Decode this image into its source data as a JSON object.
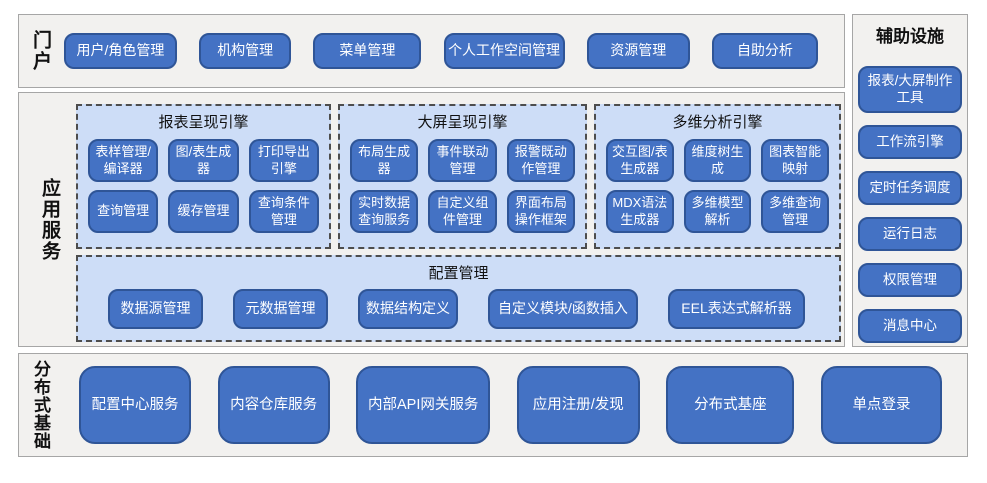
{
  "colors": {
    "button_blue": "#4472c4",
    "button_border": "#2f5597",
    "panel_light_blue": "#cdddf7",
    "section_bg": "#f2f1ef",
    "section_border": "#a6a6a6",
    "dashed_border": "#4d4d4d"
  },
  "portal": {
    "label": "门户",
    "buttons": [
      "用户/角色管理",
      "机构管理",
      "菜单管理",
      "个人工作空间管理",
      "资源管理",
      "自助分析"
    ]
  },
  "app_services": {
    "label": "应用服务",
    "panels": [
      {
        "title": "报表呈现引擎",
        "buttons": [
          "表样管理/编译器",
          "图/表生成器",
          "打印导出引擎",
          "查询管理",
          "缓存管理",
          "查询条件管理"
        ]
      },
      {
        "title": "大屏呈现引擎",
        "buttons": [
          "布局生成器",
          "事件联动管理",
          "报警既动作管理",
          "实时数据查询服务",
          "自定义组件管理",
          "界面布局操作框架"
        ]
      },
      {
        "title": "多维分析引擎",
        "buttons": [
          "交互图/表生成器",
          "维度树生成",
          "图表智能映射",
          "MDX语法生成器",
          "多维模型解析",
          "多维查询管理"
        ]
      }
    ],
    "config_panel": {
      "title": "配置管理",
      "buttons": [
        "数据源管理",
        "元数据管理",
        "数据结构定义",
        "自定义模块/函数插入",
        "EEL表达式解析器"
      ]
    }
  },
  "auxiliary": {
    "label": "辅助设施",
    "buttons": [
      "报表/大屏制作工具",
      "工作流引擎",
      "定时任务调度",
      "运行日志",
      "权限管理",
      "消息中心"
    ]
  },
  "distributed": {
    "label": "分布式基础",
    "buttons": [
      "配置中心服务",
      "内容仓库服务",
      "内部API网关服务",
      "应用注册/发现",
      "分布式基座",
      "单点登录"
    ]
  }
}
